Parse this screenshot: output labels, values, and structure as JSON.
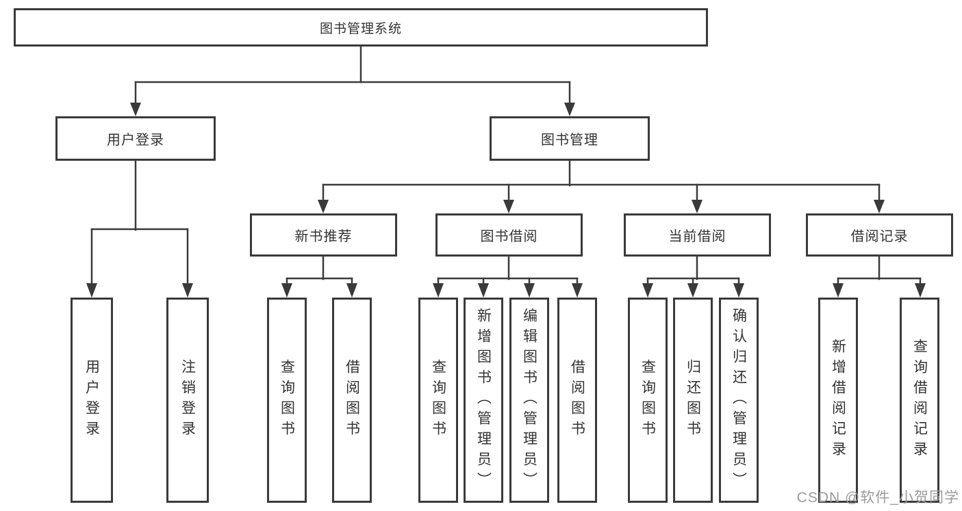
{
  "tree": {
    "root": {
      "label": "图书管理系统"
    },
    "children": [
      {
        "label": "用户登录",
        "children": [
          {
            "label": "用户登录"
          },
          {
            "label": "注销登录"
          }
        ]
      },
      {
        "label": "图书管理",
        "children": [
          {
            "label": "新书推荐",
            "children": [
              {
                "label": "查询图书"
              },
              {
                "label": "借阅图书"
              }
            ]
          },
          {
            "label": "图书借阅",
            "children": [
              {
                "label": "查询图书"
              },
              {
                "label": "新增图书（管理员）"
              },
              {
                "label": "编辑图书（管理员）"
              },
              {
                "label": "借阅图书"
              }
            ]
          },
          {
            "label": "当前借阅",
            "children": [
              {
                "label": "查询图书"
              },
              {
                "label": "归还图书"
              },
              {
                "label": "确认归还（管理员）"
              }
            ]
          },
          {
            "label": "借阅记录",
            "children": [
              {
                "label": "新增借阅记录"
              },
              {
                "label": "查询借阅记录"
              }
            ]
          }
        ]
      }
    ]
  },
  "watermark": {
    "text": "CSDN @软件_小贺同学"
  },
  "colors": {
    "line": "#3a3a3a",
    "border": "#3a3a3a",
    "text": "#333333",
    "watermark": "#9b9b9b",
    "background": "#ffffff"
  }
}
